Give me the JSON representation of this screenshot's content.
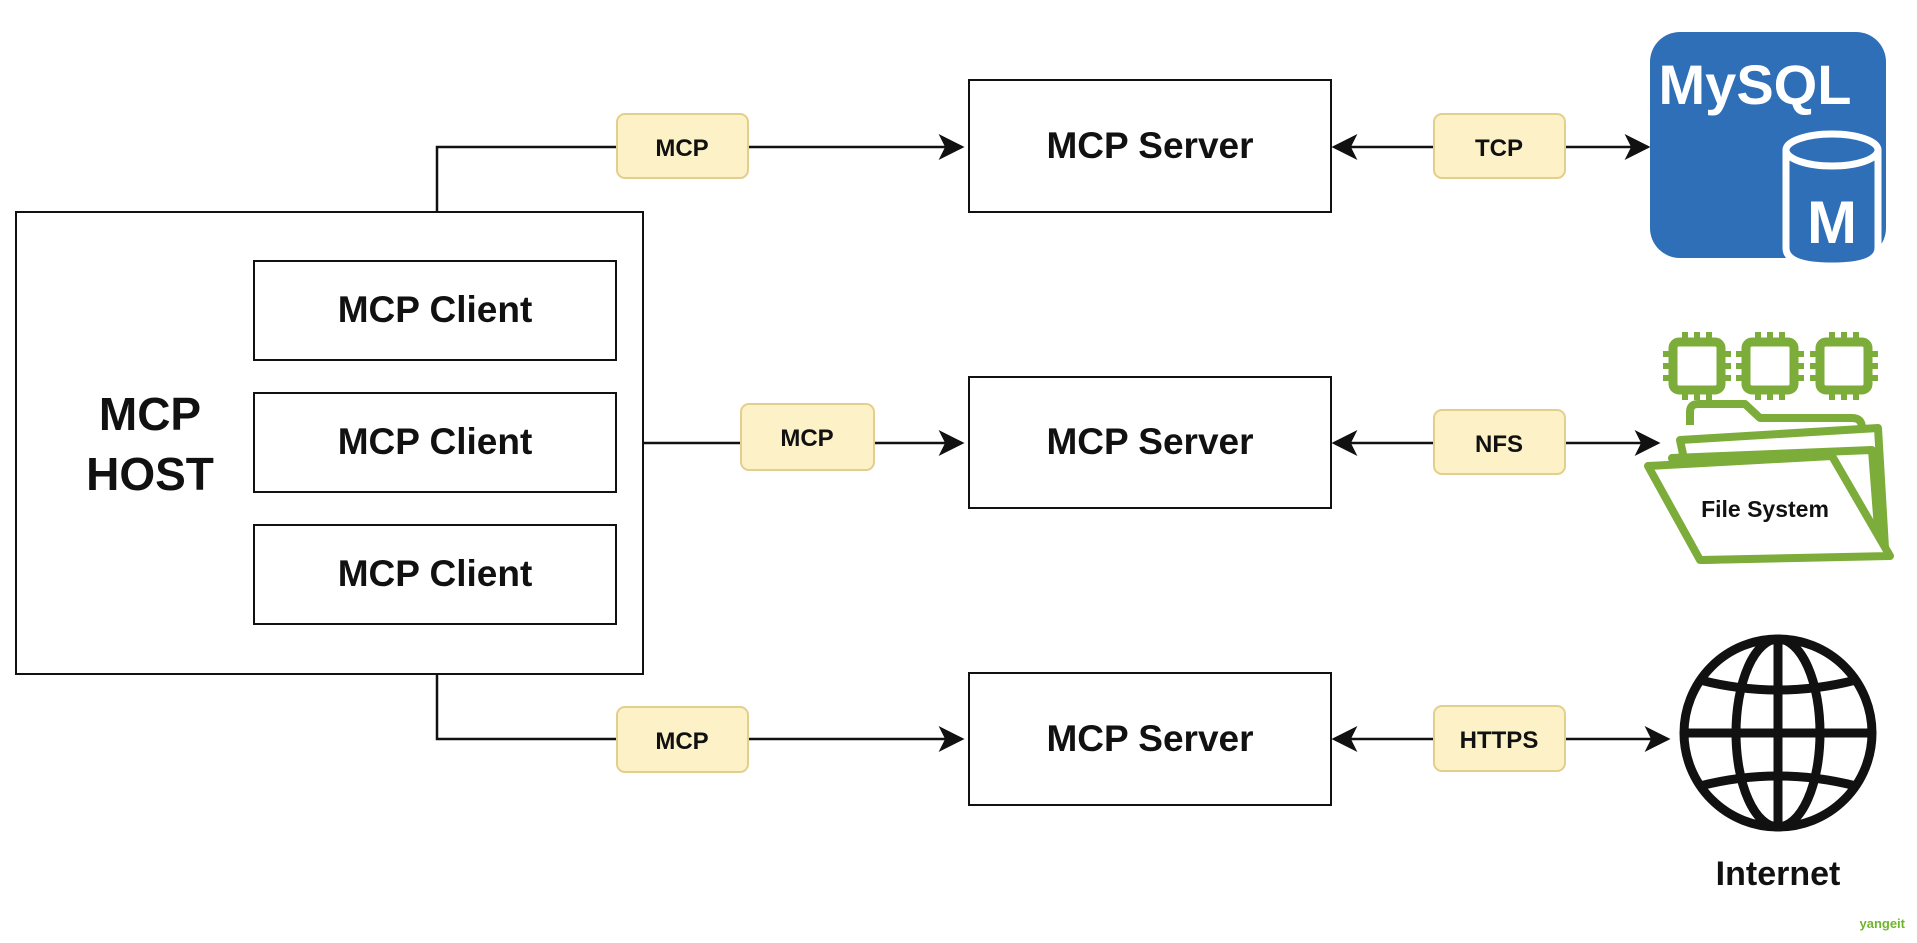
{
  "host": {
    "title_line1": "MCP",
    "title_line2": "HOST",
    "clients": [
      {
        "label": "MCP Client"
      },
      {
        "label": "MCP Client"
      },
      {
        "label": "MCP Client"
      }
    ]
  },
  "servers": [
    {
      "label": "MCP Server",
      "client_protocol": "MCP",
      "resource_protocol": "TCP",
      "resource": "mysql-database"
    },
    {
      "label": "MCP Server",
      "client_protocol": "MCP",
      "resource_protocol": "NFS",
      "resource": "file-system"
    },
    {
      "label": "MCP Server",
      "client_protocol": "MCP",
      "resource_protocol": "HTTPS",
      "resource": "internet"
    }
  ],
  "resources": {
    "mysql": {
      "logo_text": "MySQL",
      "badge_letter": "M",
      "color": "#2f6fb8",
      "icon": "database-icon"
    },
    "filesystem": {
      "label": "File System",
      "color": "#7cad3a",
      "icon": "folder-icon"
    },
    "internet": {
      "label": "Internet",
      "icon": "globe-icon"
    }
  },
  "watermark": "yangeit",
  "colors": {
    "pill_fill": "#fdf1c7",
    "pill_stroke": "#e3cf8c",
    "line": "#111111",
    "mysql_blue": "#2f6fb8",
    "folder_green": "#7cad3a"
  }
}
